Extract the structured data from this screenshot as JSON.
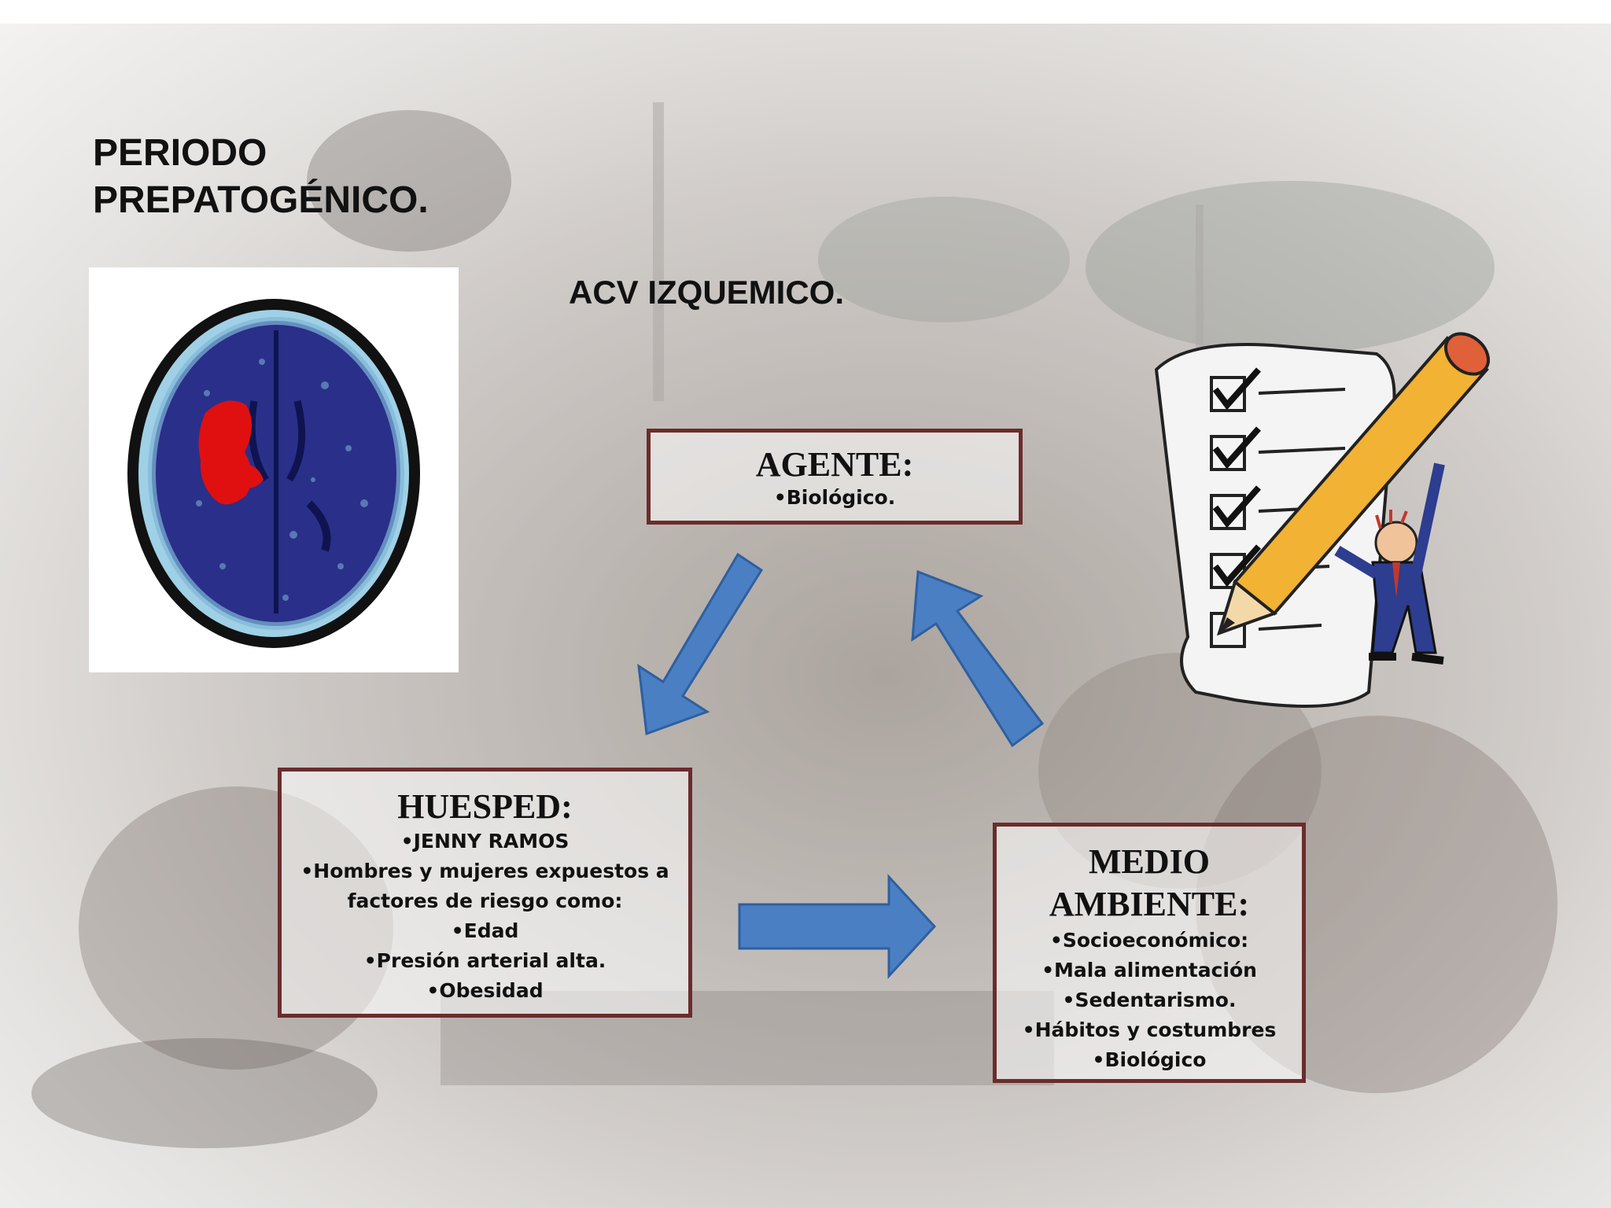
{
  "slide": {
    "title_lines": [
      "PERIODO",
      "PREPATOGÉNICO."
    ],
    "subtitle": "ACV IZQUEMICO."
  },
  "images": {
    "brain_scan": "brain-ct-scan-image",
    "checklist_clipart": "checklist-pencil-clipart",
    "background": "crowd-photo-background"
  },
  "agente": {
    "heading": "AGENTE:",
    "items": [
      "•Biológico."
    ]
  },
  "huesped": {
    "heading": "HUESPED:",
    "items": [
      "•JENNY RAMOS",
      "•Hombres y mujeres expuestos a",
      "factores de riesgo como:",
      "•Edad",
      "•Presión arterial alta.",
      "•Obesidad"
    ]
  },
  "medio": {
    "heading_lines": [
      "MEDIO",
      "AMBIENTE:"
    ],
    "items": [
      "•Socioeconómico:",
      "•Mala alimentación",
      "•Sedentarismo.",
      "•Hábitos y costumbres",
      "•Biológico"
    ]
  },
  "colors": {
    "box_border": "#6b2c2c",
    "arrow_fill": "#4a7fc4",
    "arrow_stroke": "#2f5f9e",
    "hemorrhage": "#e01010",
    "brain_tissue": "#2a2f8a"
  }
}
